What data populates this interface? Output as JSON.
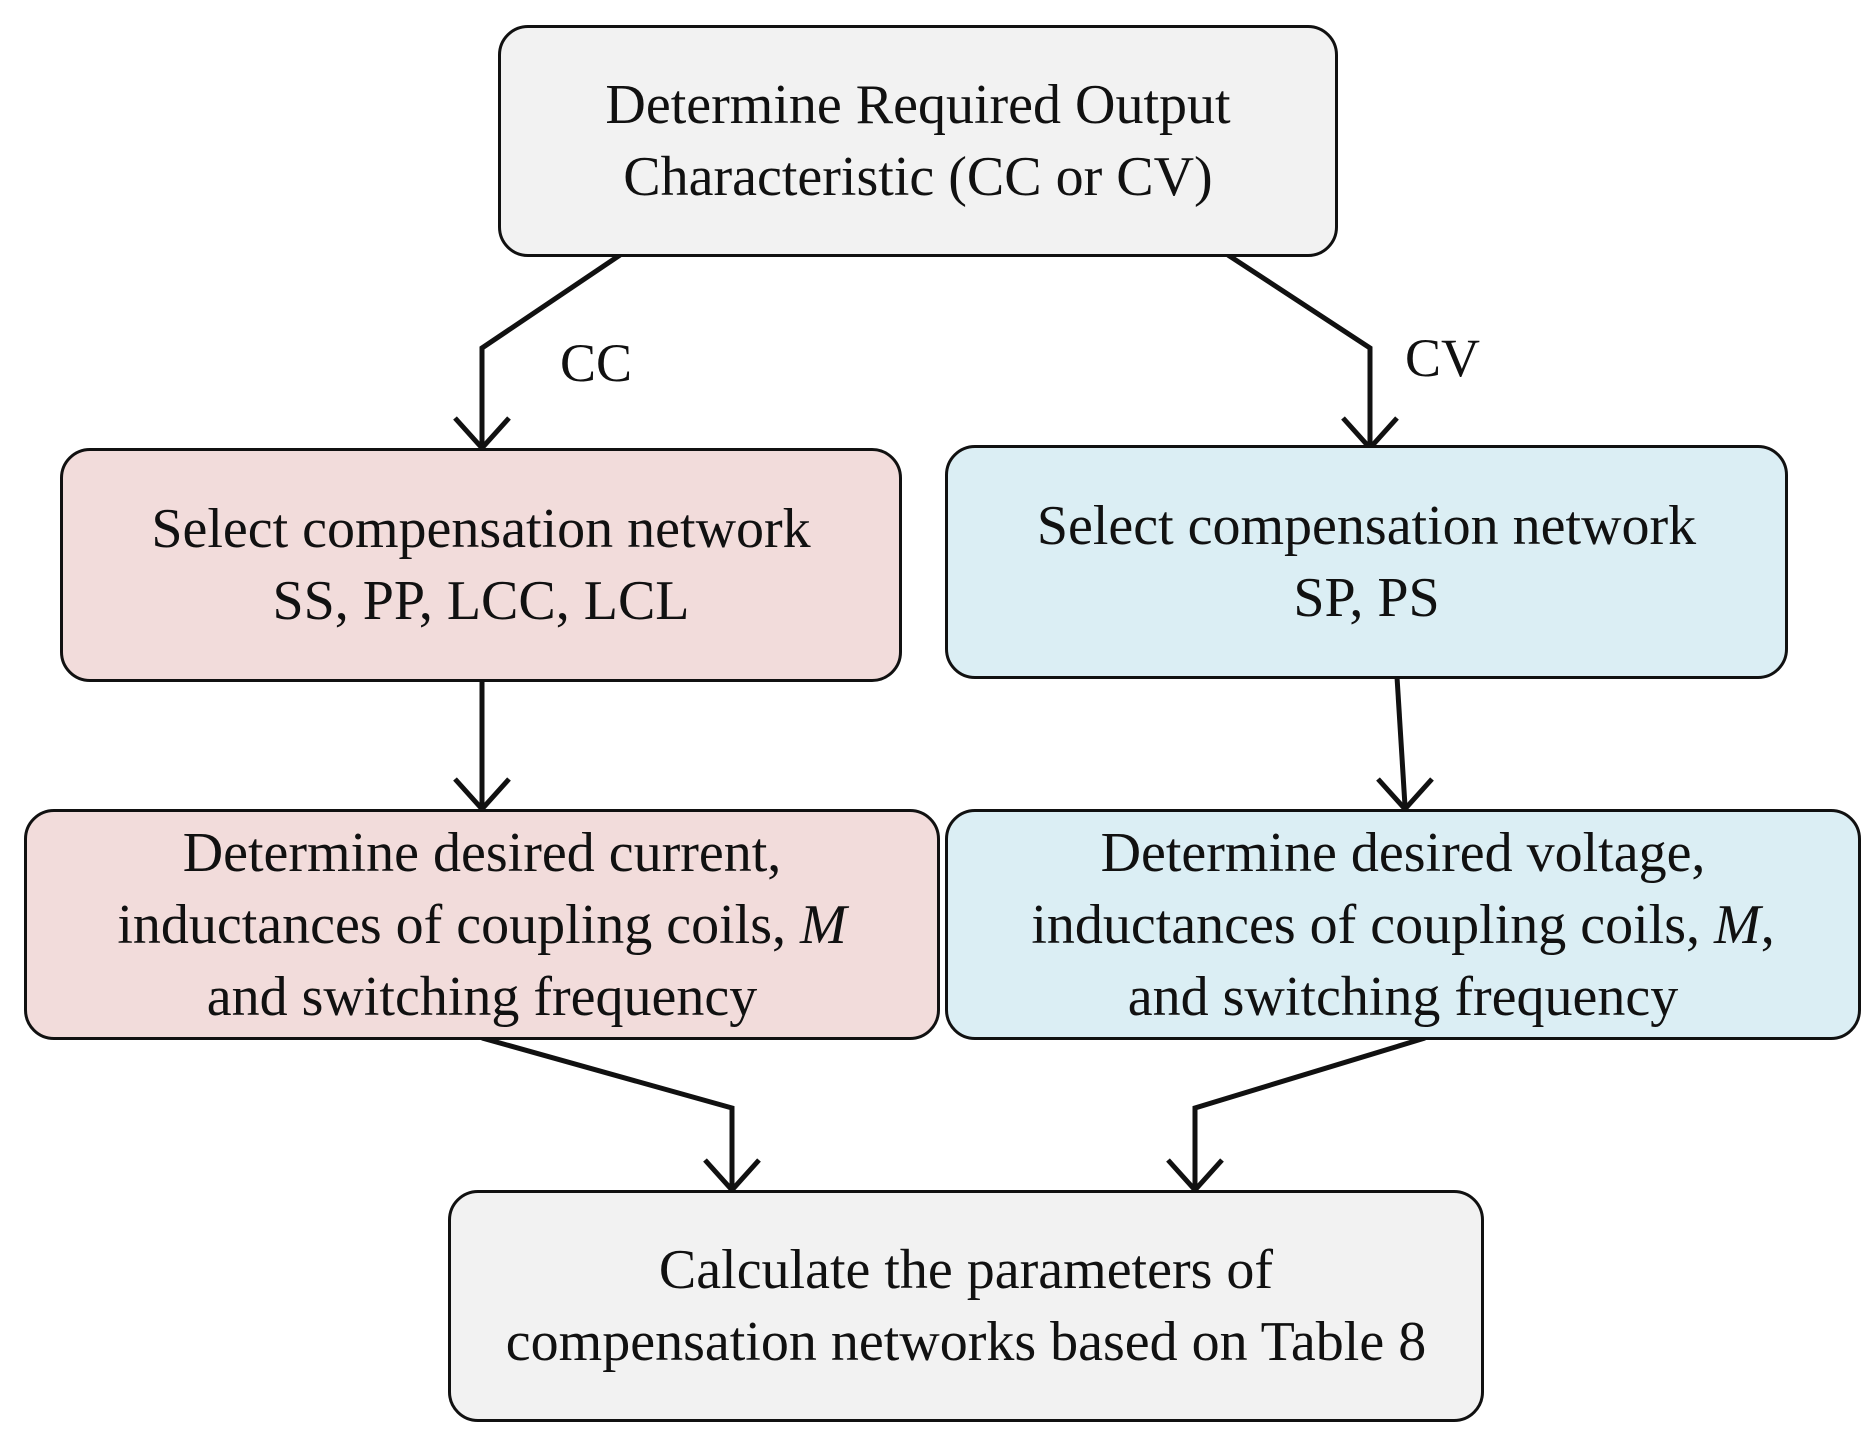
{
  "colors": {
    "stroke": "#111111",
    "start_fill": "#f2f2f2",
    "cc_fill": "#f2dcdb",
    "cv_fill": "#dbeef4",
    "end_fill": "#f2f2f2"
  },
  "nodes": {
    "start": {
      "line1": "Determine Required Output",
      "line2": "Characteristic (CC or CV)"
    },
    "cc_select": {
      "line1": "Select compensation network",
      "line2": "SS, PP, LCC, LCL"
    },
    "cv_select": {
      "line1": "Select compensation network",
      "line2": "SP, PS"
    },
    "cc_determine": {
      "line1": "Determine desired current,",
      "line2_text": "inductances of coupling coils, ",
      "line2_var": "M",
      "line3": "and switching frequency"
    },
    "cv_determine": {
      "line1": "Determine desired voltage,",
      "line2_text": "inductances of coupling coils, ",
      "line2_var": "M",
      "line2_tail": ",",
      "line3": "and switching frequency"
    },
    "end": {
      "line1": "Calculate the parameters of",
      "line2": "compensation networks based on Table 8"
    }
  },
  "edge_labels": {
    "cc": "CC",
    "cv": "CV"
  }
}
